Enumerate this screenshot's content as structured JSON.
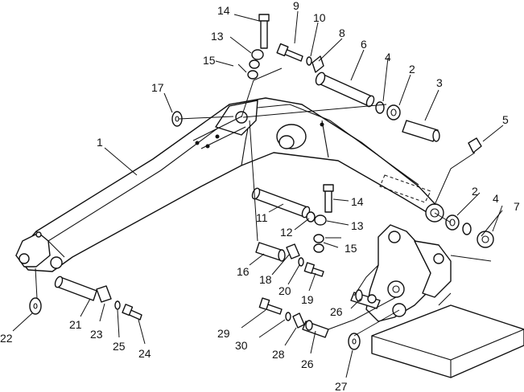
{
  "diagram": {
    "callouts": {
      "c1": "1",
      "c2a": "2",
      "c2b": "2",
      "c3": "3",
      "c4a": "4",
      "c4b": "4",
      "c5": "5",
      "c6": "6",
      "c7": "7",
      "c8": "8",
      "c9": "9",
      "c10": "10",
      "c11": "11",
      "c12": "12",
      "c13a": "13",
      "c13b": "13",
      "c14a": "14",
      "c14b": "14",
      "c15a": "15",
      "c15b": "15",
      "c16": "16",
      "c17": "17",
      "c18": "18",
      "c19": "19",
      "c20": "20",
      "c21": "21",
      "c22": "22",
      "c23": "23",
      "c24": "24",
      "c25": "25",
      "c26a": "26",
      "c26b": "26",
      "c27": "27",
      "c28": "28",
      "c29": "29",
      "c30": "30"
    },
    "parts": {
      "boom": "boom-arm",
      "bracket": "swing-bracket",
      "pin_upper": "boom-pin",
      "pin_lower": "cylinder-pin"
    }
  }
}
